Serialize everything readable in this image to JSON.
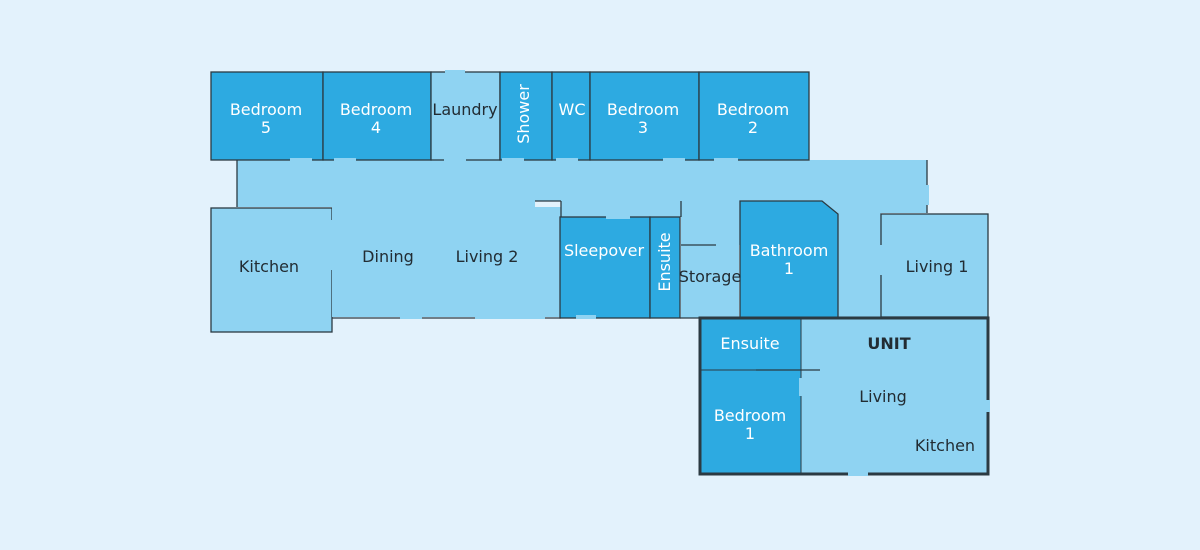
{
  "colors": {
    "background": "#e3f2fc",
    "room_light": "#8fd3f2",
    "room_dark": "#2daae1",
    "wall": "#2b3a42",
    "text_dark": "#222c33",
    "text_light": "#ffffff"
  },
  "rooms": {
    "bedroom_5": "Bedroom\n5",
    "bedroom_4": "Bedroom\n4",
    "laundry": "Laundry",
    "shower": "Shower",
    "wc": "WC",
    "bedroom_3": "Bedroom\n3",
    "bedroom_2": "Bedroom\n2",
    "kitchen": "Kitchen",
    "dining": "Dining",
    "living_2": "Living 2",
    "sleepover": "Sleepover",
    "ensuite_main": "Ensuite",
    "storage": "Storage",
    "bathroom_1": "Bathroom\n1",
    "living_1": "Living 1",
    "ensuite_unit": "Ensuite",
    "unit_title": "UNIT",
    "living_unit": "Living",
    "bedroom_1_unit": "Bedroom\n1",
    "kitchen_unit": "Kitchen"
  }
}
